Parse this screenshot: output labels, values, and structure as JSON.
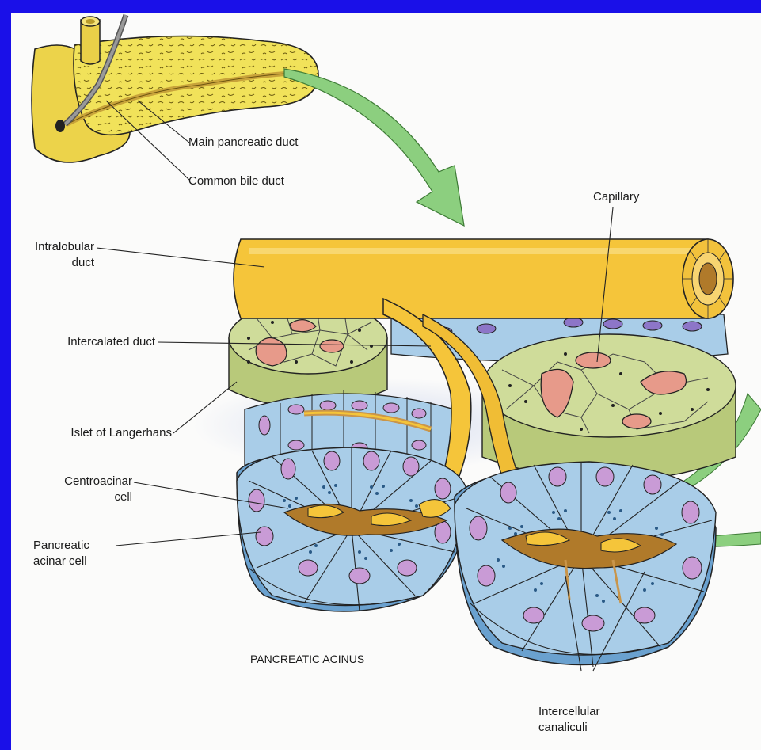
{
  "labels": {
    "main_pancreatic_duct": "Main pancreatic duct",
    "common_bile_duct": "Common bile duct",
    "capillary": "Capillary",
    "intralobular_duct_1": "Intralobular",
    "intralobular_duct_2": "duct",
    "intercalated_duct": "Intercalated duct",
    "islet_of_langerhans": "Islet of Langerhans",
    "centroacinar_cell_1": "Centroacinar",
    "centroacinar_cell_2": "cell",
    "pancreatic_acinar_cell_1": "Pancreatic",
    "pancreatic_acinar_cell_2": "acinar cell",
    "pancreatic_acinus": "PANCREATIC ACINUS",
    "intercellular_canaliculi_1": "Intercellular",
    "intercellular_canaliculi_2": "canaliculi"
  },
  "colors": {
    "border": "#1a10e8",
    "background": "#fbfbfa",
    "pancreas": "#f1e25a",
    "duct": "#f5c53a",
    "duct_dark": "#b07a2a",
    "acinar_cell": "#a9cde8",
    "acinar_cell_dark": "#6aa1cf",
    "nucleus": "#c99bd6",
    "islet": "#cfdc9a",
    "capillary": "#e79a8a",
    "arrow": "#8ccf7f"
  }
}
